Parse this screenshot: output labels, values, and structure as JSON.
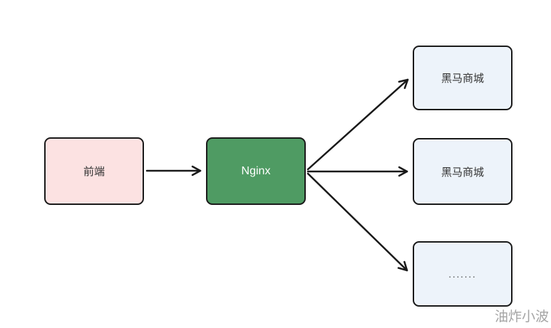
{
  "diagram": {
    "nodes": {
      "frontend": {
        "id": "frontend",
        "label": "前端",
        "fill": "#fce2e2"
      },
      "nginx": {
        "id": "nginx",
        "label": "Nginx",
        "fill": "#4f9b63"
      },
      "shop_top": {
        "id": "shop_top",
        "label": "黑马商城",
        "fill": "#edf3fa"
      },
      "shop_mid": {
        "id": "shop_mid",
        "label": "黑马商城",
        "fill": "#edf3fa"
      },
      "more": {
        "id": "more",
        "label": ".......",
        "fill": "#edf3fa"
      }
    },
    "edges": [
      {
        "from": "frontend",
        "to": "nginx"
      },
      {
        "from": "nginx",
        "to": "shop_top"
      },
      {
        "from": "nginx",
        "to": "shop_mid"
      },
      {
        "from": "nginx",
        "to": "more"
      }
    ],
    "colors": {
      "stroke": "#1a1a1a",
      "node_border": "#1a1a1a",
      "pink_fill": "#fce2e2",
      "green_fill": "#4f9b63",
      "blue_fill": "#edf3fa",
      "text_dark": "#333333",
      "text_light": "#ffffff",
      "watermark": "#9b9b9b"
    },
    "watermark": "油炸小波"
  }
}
